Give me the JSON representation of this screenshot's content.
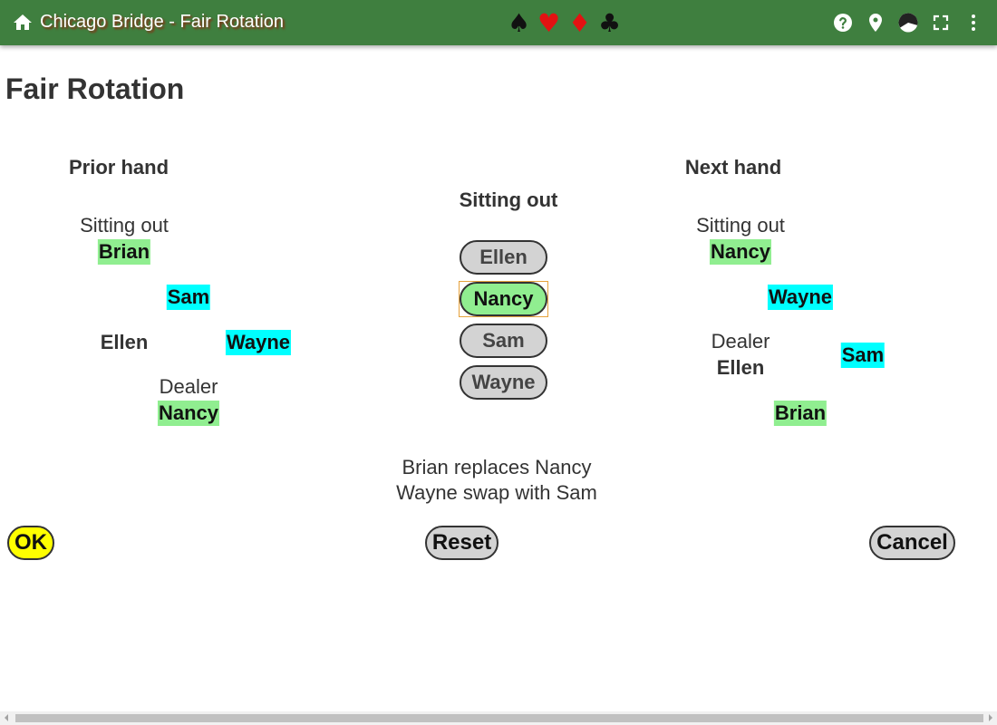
{
  "appbar": {
    "title": "Chicago Bridge - Fair Rotation",
    "icons": [
      "home-icon",
      "help-icon",
      "location-pin-icon",
      "pie-chart-icon",
      "fullscreen-icon",
      "more-vert-icon"
    ],
    "suits": {
      "spade": "♠",
      "heart": "♥",
      "diamond": "♦",
      "club": "♣"
    },
    "background_color": "#3f7f3f"
  },
  "page_title": "Fair Rotation",
  "prior_hand": {
    "heading": "Prior hand",
    "sitting_out_label": "Sitting out",
    "sitting_out_name": "Brian",
    "north": "Sam",
    "west": "Ellen",
    "east": "Wayne",
    "dealer_label": "Dealer",
    "south": "Nancy"
  },
  "sitting_out_selector": {
    "heading": "Sitting out",
    "options": [
      "Ellen",
      "Nancy",
      "Sam",
      "Wayne"
    ],
    "selected": "Nancy"
  },
  "next_hand": {
    "heading": "Next hand",
    "sitting_out_label": "Sitting out",
    "sitting_out_name": "Nancy",
    "north": "Wayne",
    "dealer_label": "Dealer",
    "west": "Ellen",
    "east": "Sam",
    "south": "Brian"
  },
  "summary": {
    "line1": "Brian replaces Nancy",
    "line2": "Wayne swap with Sam"
  },
  "buttons": {
    "ok": "OK",
    "reset": "Reset",
    "cancel": "Cancel"
  },
  "colors": {
    "highlight_green": "#90ee90",
    "highlight_cyan": "#00ffff",
    "ok_yellow": "#ffff00",
    "button_gray": "#d3d3d3"
  }
}
